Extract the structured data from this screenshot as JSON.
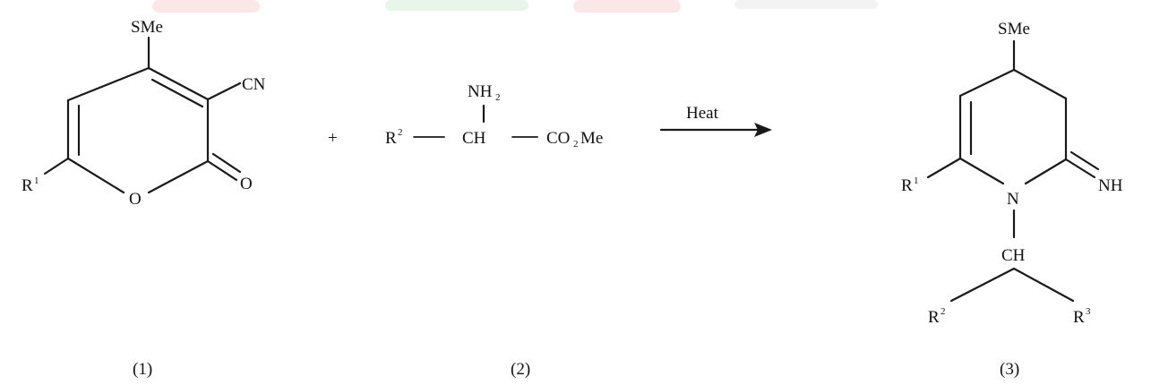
{
  "watermark": {
    "colors": [
      "#e23b3b",
      "#3cb44b",
      "#e23b3b",
      "#bdbdbd"
    ]
  },
  "compound_1": {
    "label": "(1)",
    "atoms": {
      "sme": "SMe",
      "cn": "CN",
      "r1": "R",
      "r1_sup": "1",
      "o_ring": "O",
      "o_carbonyl": "O"
    }
  },
  "plus_sign": "+",
  "compound_2": {
    "label": "(2)",
    "nh2_base": "NH",
    "nh2_sub": "2",
    "r2": "R",
    "r2_sup": "2",
    "ch": "CH",
    "co2me_a": "CO",
    "co2me_sub": "2",
    "co2me_b": "Me"
  },
  "arrow": {
    "condition": "Heat"
  },
  "compound_3": {
    "label": "(3)",
    "atoms": {
      "sme": "SMe",
      "r1": "R",
      "r1_sup": "1",
      "n": "N",
      "nh": "NH",
      "ch": "CH",
      "r2": "R",
      "r2_sup": "2",
      "r3": "R",
      "r3_sup": "3"
    }
  }
}
